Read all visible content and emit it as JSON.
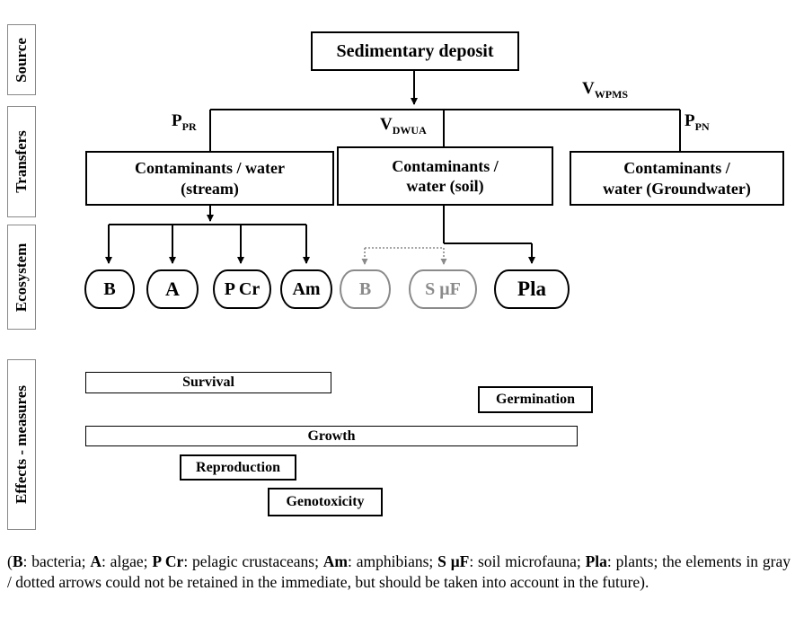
{
  "row_labels": {
    "source": "Source",
    "transfers": "Transfers",
    "ecosystem": "Ecosystem",
    "effects": "Effects - measures"
  },
  "source_box": "Sedimentary deposit",
  "transfer_labels": {
    "ppr": {
      "main": "P",
      "sub": "PR"
    },
    "vdwua": {
      "main": "V",
      "sub": "DWUA"
    },
    "vwpms": {
      "main": "V",
      "sub": "WPMS"
    },
    "ppn": {
      "main": "P",
      "sub": "PN"
    }
  },
  "transfer_boxes": {
    "stream": [
      "Contaminants / water",
      "(stream)"
    ],
    "soil": [
      "Contaminants /",
      "water (soil)"
    ],
    "groundwater": [
      "Contaminants /",
      "water (Groundwater)"
    ]
  },
  "organisms": [
    {
      "key": "b",
      "label": "B",
      "gray": false
    },
    {
      "key": "a",
      "label": "A",
      "gray": false
    },
    {
      "key": "pcr",
      "label": "P Cr",
      "gray": false
    },
    {
      "key": "am",
      "label": "Am",
      "gray": false
    },
    {
      "key": "b2",
      "label": "B",
      "gray": true
    },
    {
      "key": "suf",
      "label": "S μF",
      "gray": true
    },
    {
      "key": "pla",
      "label": "Pla",
      "gray": false
    }
  ],
  "effects": {
    "survival": "Survival",
    "germination": "Germination",
    "growth": "Growth",
    "reproduction": "Reproduction",
    "genotoxicity": "Genotoxicity"
  },
  "caption": {
    "b_key": "B",
    "b_text": ": bacteria; ",
    "a_key": "A",
    "a_text": ": algae; ",
    "pcr_key": "P Cr",
    "pcr_text": ": pelagic crustaceans; ",
    "am_key": "Am",
    "am_text": ": amphibians; ",
    "suf_key": "S μF",
    "suf_text": ": soil microfauna;",
    "pla_key": "Pla",
    "pla_text": ": plants; the elements in gray / dotted arrows could not be retained in the immediate, but should be taken into account in the future)."
  },
  "colors": {
    "gray": "#8a8a8a",
    "line": "#000000"
  }
}
